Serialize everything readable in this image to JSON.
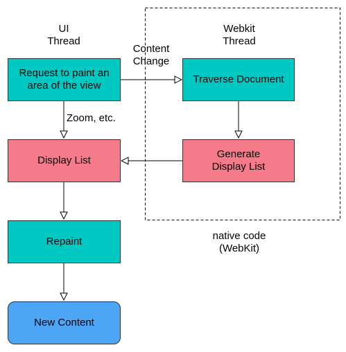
{
  "labels": {
    "ui_thread": "UI\nThread",
    "webkit_thread": "Webkit\nThread",
    "content_change": "Content\nChange",
    "zoom_etc": "Zoom, etc.",
    "native_code": "native code\n(WebKit)"
  },
  "boxes": {
    "request_paint": "Request to paint an area of the view",
    "traverse_document": "Traverse Document",
    "display_list": "Display List",
    "generate_display_list": "Generate\nDisplay List",
    "repaint": "Repaint",
    "new_content": "New Content"
  },
  "colors": {
    "teal": "#00c9c4",
    "pink": "#f57a8a",
    "blue": "#4da6f5"
  }
}
